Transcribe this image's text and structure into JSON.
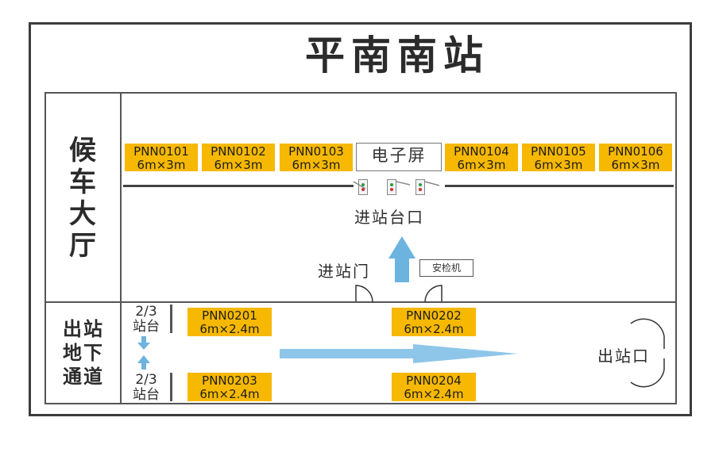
{
  "title": "平南南站",
  "areas": {
    "waiting_hall": "候车大厅",
    "exit_passage": "出站地下通道"
  },
  "top_booths": [
    {
      "code": "PNN0101",
      "size": "6m×3m"
    },
    {
      "code": "PNN0102",
      "size": "6m×3m"
    },
    {
      "code": "PNN0103",
      "size": "6m×3m"
    },
    {
      "code": "PNN0104",
      "size": "6m×3m"
    },
    {
      "code": "PNN0105",
      "size": "6m×3m"
    },
    {
      "code": "PNN0106",
      "size": "6m×3m"
    }
  ],
  "electronic_screen": "电子屏",
  "platform_entrance": "进站台口",
  "entrance_gate": "进站门",
  "security_machine": "安检机",
  "bottom_booths": [
    {
      "code": "PNN0201",
      "size": "6m×2.4m"
    },
    {
      "code": "PNN0202",
      "size": "6m×2.4m"
    },
    {
      "code": "PNN0203",
      "size": "6m×2.4m"
    },
    {
      "code": "PNN0204",
      "size": "6m×2.4m"
    }
  ],
  "platform_23_top": {
    "line1": "2/3",
    "line2": "站台"
  },
  "platform_23_bottom": {
    "line1": "2/3",
    "line2": "站台"
  },
  "exit": "出站口",
  "colors": {
    "booth": "#f6b800",
    "arrow": "#6cb3e0",
    "line": "#555555"
  }
}
